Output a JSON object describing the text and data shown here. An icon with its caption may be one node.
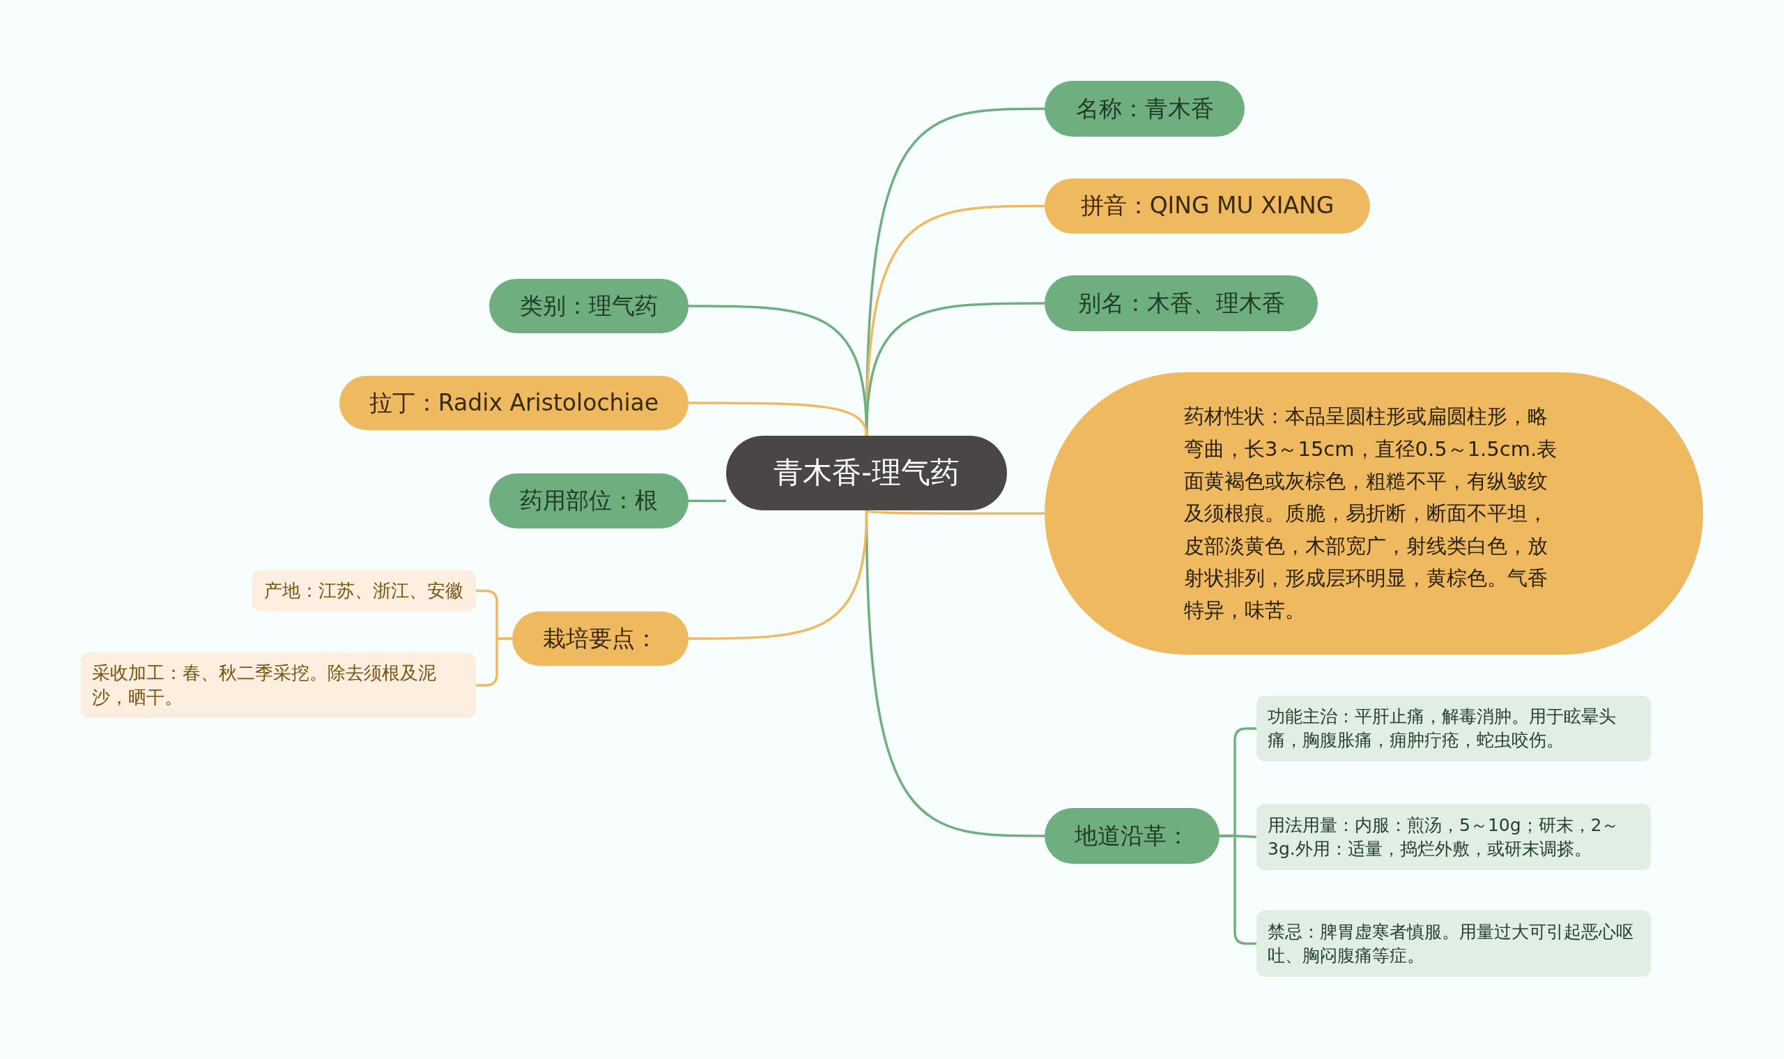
{
  "diagram": {
    "nodes": [
      {
        "text": [
          "青木香-理气药"
        ]
      },
      {
        "text": [
          "名称：青木香"
        ]
      },
      {
        "text": [
          "拼音：QING MU XIANG"
        ]
      },
      {
        "text": [
          "别名：木香、理木香"
        ]
      },
      {
        "text": [
          "药材性状：本品呈圆柱形或扁圆柱形，略弯曲，长3～15cm，直径0.5～1.5cm.表面黄褐色或灰棕色，粗糙不平，有纵皱纹及须根痕。质脆，易折断，断面不平坦，皮部淡黄色，木部宽广，射线类白色，放射状排列，形成层环明显，黄棕色。气香特异，味苦。"
        ]
      },
      {
        "text": [
          "地道沿革："
        ]
      },
      {
        "text": [
          "功能主治：平肝止痛，解毒消肿。用于眩晕头痛，胸腹胀痛，痈肿疔疮，蛇虫咬伤。"
        ]
      },
      {
        "text": [
          "用法用量：内服：煎汤，5～10g；研末，2～3g.外用：适量，捣烂外敷，或研末调搽。"
        ]
      },
      {
        "text": [
          "禁忌：脾胃虚寒者慎服。用量过大可引起恶心呕吐、胸闷腹痛等症。"
        ]
      },
      {
        "text": [
          "类别：理气药"
        ]
      },
      {
        "text": [
          "拉丁：Radix Aristolochiae"
        ]
      },
      {
        "text": [
          "药用部位：根"
        ]
      },
      {
        "text": [
          "栽培要点："
        ]
      },
      {
        "text": [
          "产地：江苏、浙江、安徽"
        ]
      },
      {
        "text": [
          "采收加工：春、秋二季采挖。除去须根及泥沙，晒干。"
        ]
      }
    ],
    "edges": [
      {
        "from": 0,
        "to": 1,
        "arrow": "none"
      },
      {
        "from": 0,
        "to": 2,
        "arrow": "none",
        "color": "#efb960"
      },
      {
        "from": 0,
        "to": 3,
        "arrow": "none"
      },
      {
        "from": 0,
        "to": 4,
        "arrow": "none",
        "color": "#efb960"
      },
      {
        "from": 0,
        "to": 5,
        "arrow": "none"
      },
      {
        "from": 5,
        "to": 6,
        "arrow": "none"
      },
      {
        "from": 5,
        "to": 7,
        "arrow": "none"
      },
      {
        "from": 5,
        "to": 8,
        "arrow": "none"
      },
      {
        "from": 0,
        "to": 9,
        "arrow": "none"
      },
      {
        "from": 0,
        "to": 10,
        "arrow": "none",
        "color": "#efb960"
      },
      {
        "from": 0,
        "to": 11,
        "arrow": "none"
      },
      {
        "from": 0,
        "to": 12,
        "arrow": "none",
        "color": "#efb960"
      },
      {
        "from": 12,
        "to": 13,
        "arrow": "none",
        "color": "#efb960"
      },
      {
        "from": 12,
        "to": 14,
        "arrow": "none",
        "color": "#efb960"
      }
    ]
  }
}
